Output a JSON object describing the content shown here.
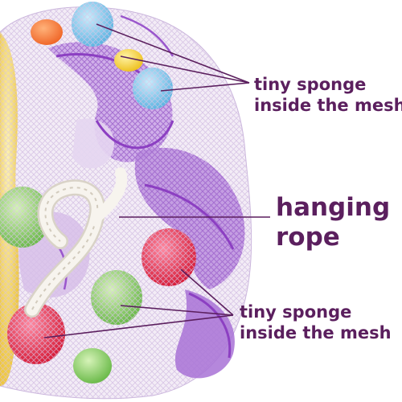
{
  "callouts": {
    "top": {
      "line1": "tiny sponge",
      "line2": "inside the mesh"
    },
    "middle": {
      "line1": "hanging",
      "line2": "rope"
    },
    "bottom": {
      "line1": "tiny sponge",
      "line2": "inside the mesh"
    }
  },
  "colors": {
    "label_text": "#5b1f5e",
    "leader_line": "#5b1f5e",
    "mesh_purple": "#9b5cc7",
    "mesh_white": "#f6f0f8",
    "sponge_blue": "#7cc8ec",
    "sponge_green": "#8fd06e",
    "sponge_red": "#e8324a",
    "sponge_yellow": "#f3d23a",
    "rope": "#f4f1ea"
  }
}
